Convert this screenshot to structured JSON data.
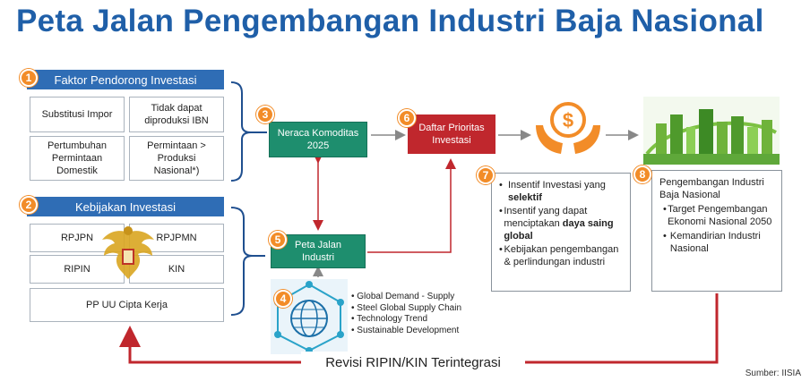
{
  "title": "Peta Jalan Pengembangan Industri Baja Nasional",
  "source": "Sumber: IISIA",
  "faktor": {
    "num": "1",
    "header": "Faktor Pendorong Investasi",
    "cells": [
      "Substitusi Impor",
      "Tidak dapat diproduksi IBN",
      "Pertumbuhan Permintaan Domestik",
      "Permintaan > Produksi Nasional*)"
    ]
  },
  "kebijakan": {
    "num": "2",
    "header": "Kebijakan Investasi",
    "cells": [
      "RPJPN",
      "RPJPMN",
      "RIPIN",
      "KIN",
      "PP UU Cipta Kerja"
    ]
  },
  "neraca": {
    "num": "3",
    "label": "Neraca Komoditas 2025"
  },
  "global": {
    "num": "4",
    "items": [
      "Global Demand - Supply",
      "Steel Global Supply Chain",
      "Technology Trend",
      "Sustainable Development"
    ]
  },
  "peta": {
    "num": "5",
    "label": "Peta Jalan Industri"
  },
  "daftar": {
    "num": "6",
    "label": "Daftar Prioritas Investasi"
  },
  "insentif": {
    "num": "7",
    "i1a": "Insentif Investasi yang ",
    "i1b": "selektif",
    "i2a": "Insentif yang dapat menciptakan ",
    "i2b": "daya saing global",
    "i3": "Kebijakan pengembangan & perlindungan industri"
  },
  "pengembangan": {
    "num": "8",
    "heading": "Pengembangan Industri Baja Nasional",
    "items": [
      "Target Pengembangan Ekonomi Nasional 2050",
      "Kemandirian Industri Nasional"
    ]
  },
  "revisi": "Revisi RIPIN/KIN Terintegrasi",
  "colors": {
    "title": "#1f5fa8",
    "blue": "#2f6db5",
    "green": "#1e8e6e",
    "red": "#c0272d",
    "orange": "#f28c28"
  }
}
